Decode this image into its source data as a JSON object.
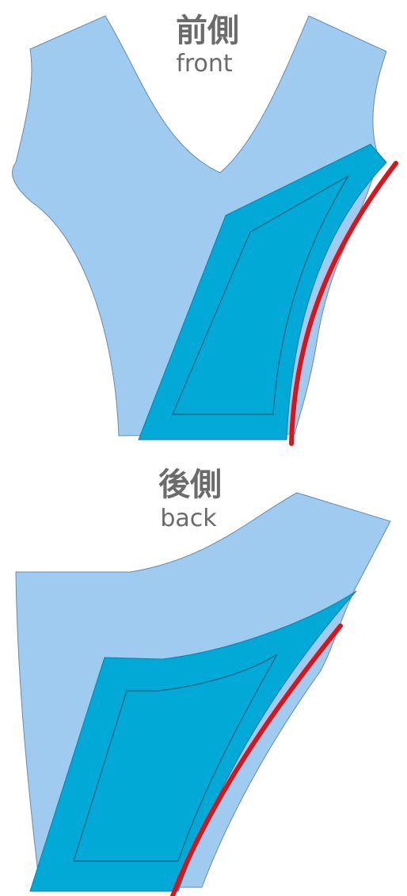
{
  "colors": {
    "fabric": "#9ecbef",
    "fabric_outline": "#6e8aa3",
    "panel": "#00a9d6",
    "panel_outline": "#177da6",
    "inner_outline": "#1b5d80",
    "seam_line": "#d9151b",
    "label_text": "#6b6b6b"
  },
  "front": {
    "label_zh": "前側",
    "label_en": "front"
  },
  "back": {
    "label_zh": "後側",
    "label_en": "back"
  }
}
